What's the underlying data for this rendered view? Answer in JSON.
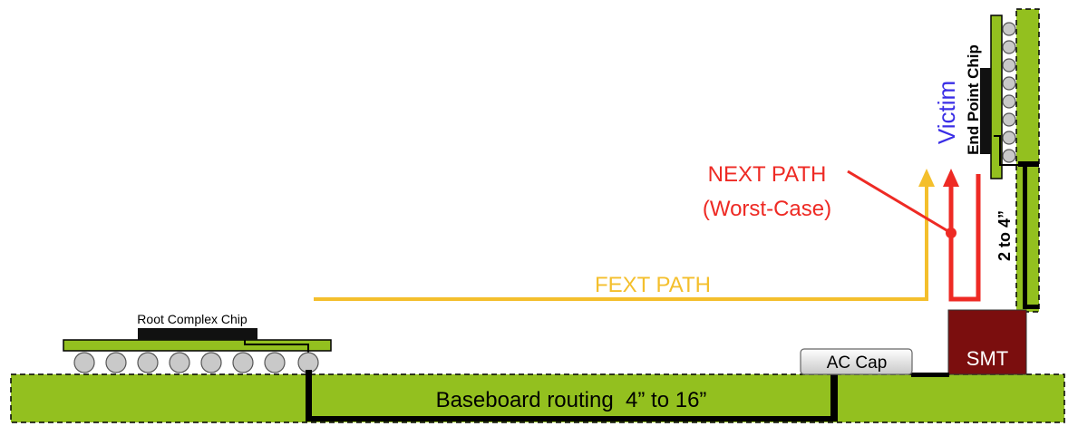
{
  "labels": {
    "root_chip": "Root Complex Chip",
    "endpoint_chip": "End Point Chip",
    "baseboard": "Baseboard routing  4” to 16”",
    "ac_cap": "AC Cap",
    "smt": "SMT",
    "fext": "FEXT PATH",
    "next_line1": "NEXT PATH",
    "next_line2": "(Worst-Case)",
    "victim": "Victim",
    "riser_length": "2 to 4”"
  },
  "colors": {
    "board_green": "#93c01f",
    "fext_yellow": "#f4bf2c",
    "next_red": "#ee2a24",
    "victim_blue": "#3a2ee6",
    "smt_maroon": "#7b0e0e",
    "trace_black": "#000000",
    "ball_grey": "#c9c9c9",
    "cap_grey": "#e6e6e6"
  }
}
